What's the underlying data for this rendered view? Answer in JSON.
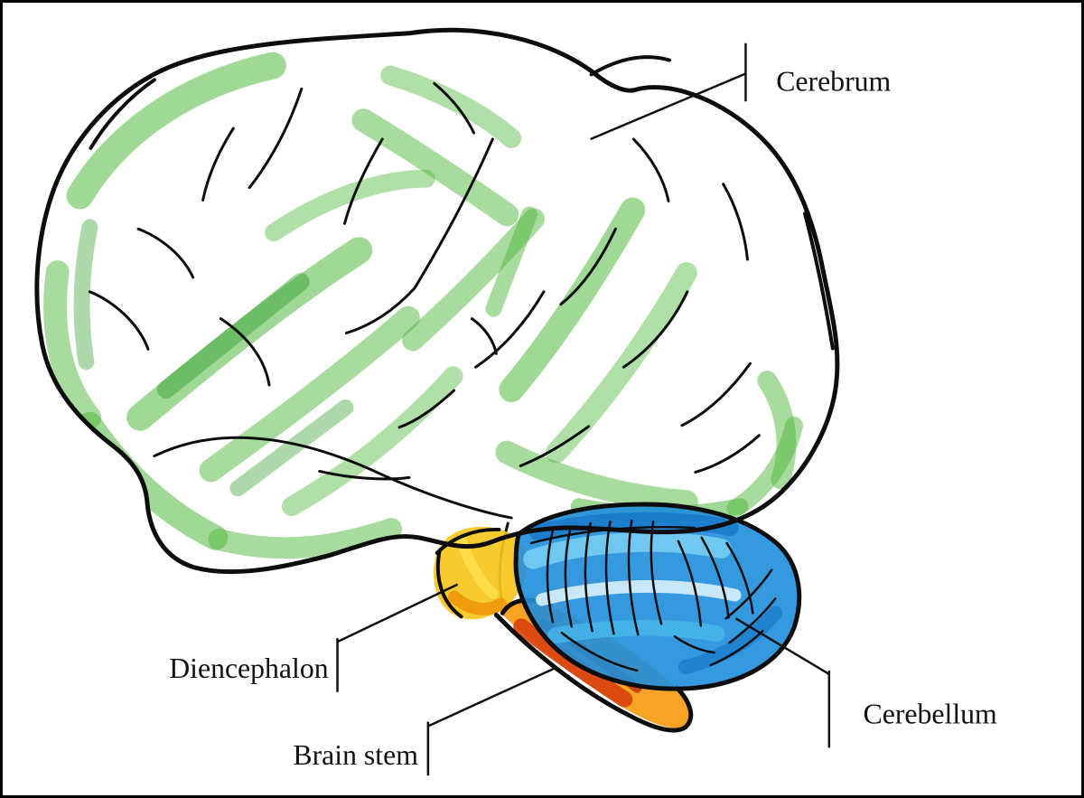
{
  "figure": {
    "labels": {
      "cerebrum": "Cerebrum",
      "diencephalon": "Diencephalon",
      "brain_stem": "Brain stem",
      "cerebellum": "Cerebellum"
    },
    "colors": {
      "outline": "#0d0d0d",
      "cerebrum_highlight_green": "#52b83e",
      "cerebrum_highlight_green_dark": "#2f9e2f",
      "cerebellum_blue": "#1f8edd",
      "cerebellum_blue_light": "#7fd2f2",
      "cerebellum_blue_dark": "#0e6cc0",
      "diencephalon_yellow": "#f6c51d",
      "diencephalon_orange": "#ef9409",
      "brainstem_orange": "#f59b13",
      "brainstem_red": "#d8400f"
    }
  }
}
